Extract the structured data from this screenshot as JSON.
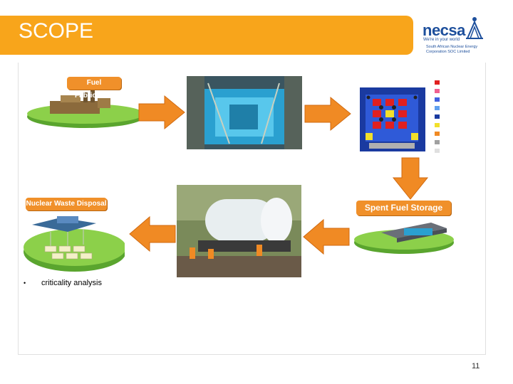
{
  "slide": {
    "title": "SCOPE",
    "bullet": "criticality analysis",
    "page_number": "11"
  },
  "logo": {
    "name": "necsa",
    "tagline": "We're in your world",
    "sub1": "South African Nuclear Energy",
    "sub2": "Corporation SOC Limited"
  },
  "cycle": {
    "fuel_fabrication": "Fuel Fabrication",
    "spent_fuel_storage": "Spent Fuel Storage",
    "nuclear_waste_disposal": "Nuclear Waste Disposal"
  },
  "colors": {
    "header": "#f8a51b",
    "arrow": "#f08a24",
    "pill": "#f0902a",
    "logo_blue": "#1d4f9c"
  }
}
